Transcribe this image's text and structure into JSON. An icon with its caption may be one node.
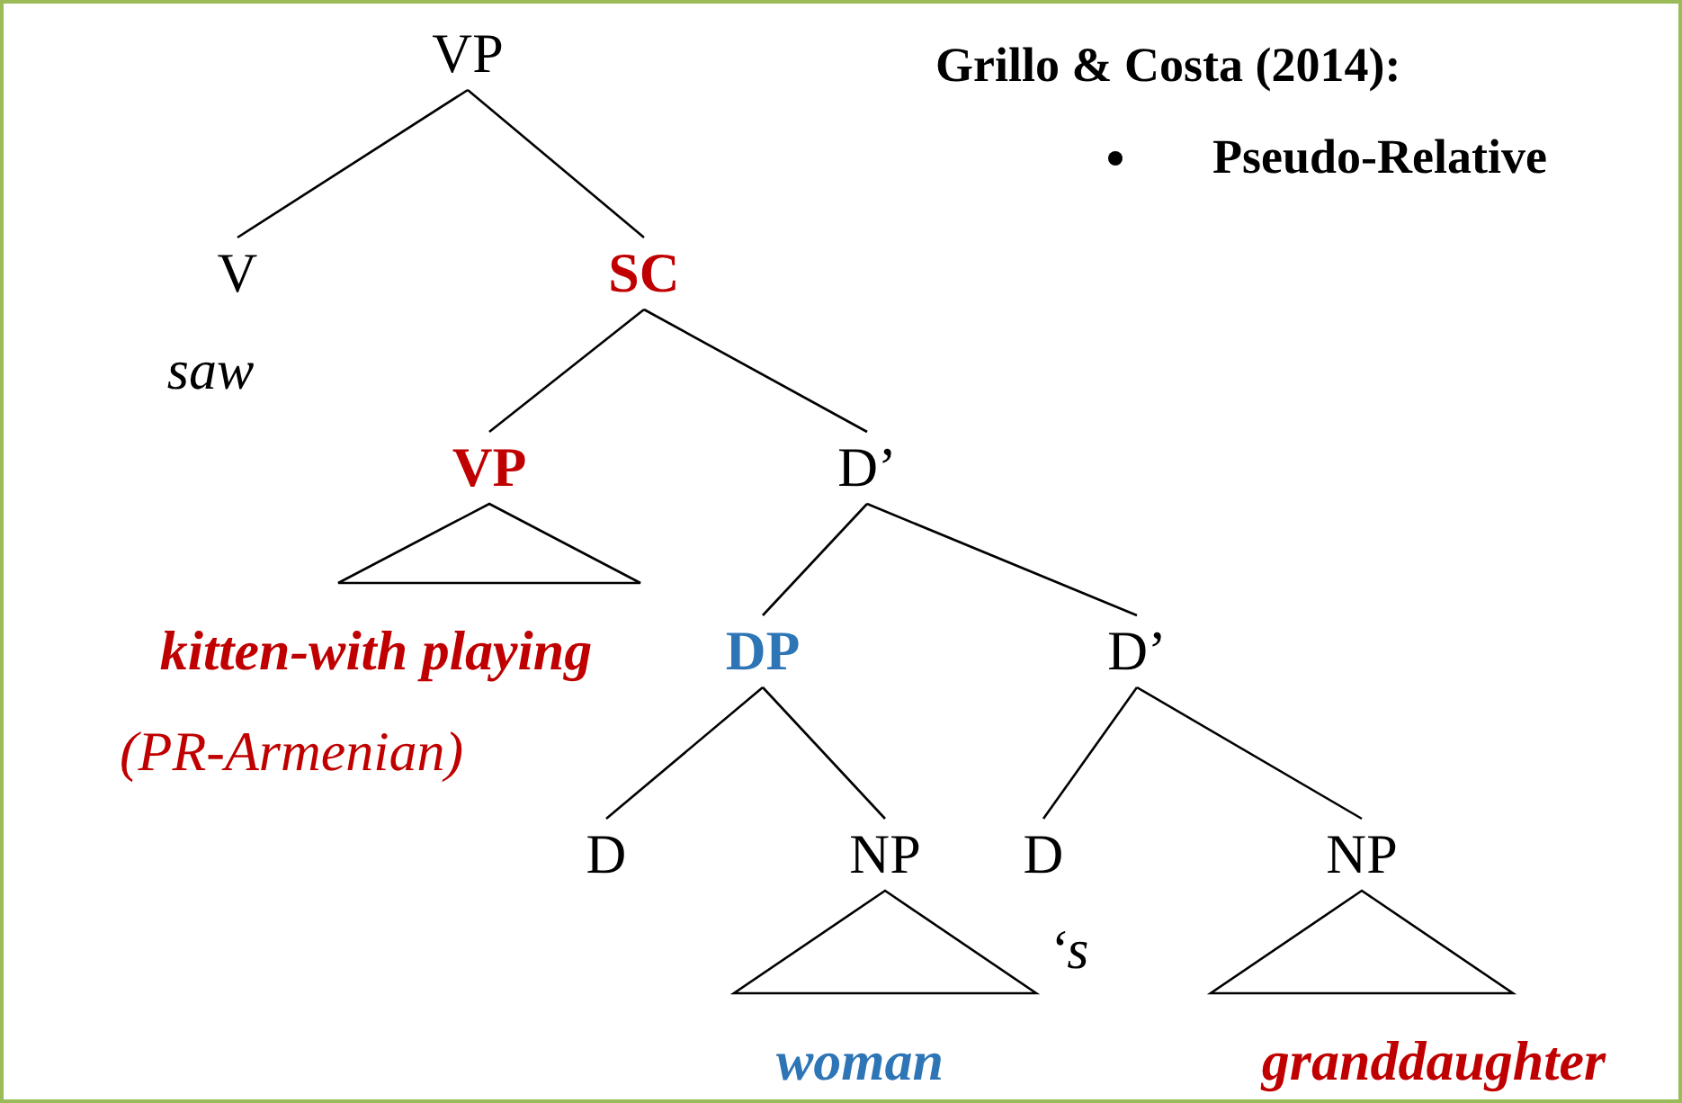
{
  "diagram": {
    "nodes": [
      {
        "text": [
          "VP"
        ]
      },
      {
        "text": [
          "V"
        ],
        "beside": [
          "saw"
        ]
      },
      {
        "text": [
          "SC"
        ]
      },
      {
        "text": [
          "VP"
        ]
      },
      {
        "text": [
          "D’"
        ]
      },
      {
        "text": [
          "kitten-with playing"
        ],
        "beside": [
          "(PR-Armenian)"
        ]
      },
      {
        "text": [
          "DP"
        ]
      },
      {
        "text": [
          "D’"
        ]
      },
      {
        "text": [
          "D"
        ]
      },
      {
        "text": [
          "NP"
        ]
      },
      {
        "text": [
          "D"
        ],
        "beside": [
          "‘s"
        ]
      },
      {
        "text": [
          "NP"
        ]
      },
      {
        "text": [
          "woman"
        ]
      },
      {
        "text": [
          "granddaughter"
        ]
      }
    ],
    "edges": [
      {
        "from": 0,
        "to": 1,
        "arrow": "none"
      },
      {
        "from": 0,
        "to": 2,
        "arrow": "none"
      },
      {
        "from": 2,
        "to": 3,
        "arrow": "none"
      },
      {
        "from": 2,
        "to": 4,
        "arrow": "none"
      },
      {
        "from": 3,
        "to": 5,
        "arrow": "none"
      },
      {
        "from": 4,
        "to": 6,
        "arrow": "none"
      },
      {
        "from": 4,
        "to": 7,
        "arrow": "none"
      },
      {
        "from": 6,
        "to": 8,
        "arrow": "none"
      },
      {
        "from": 6,
        "to": 9,
        "arrow": "none"
      },
      {
        "from": 7,
        "to": 10,
        "arrow": "none"
      },
      {
        "from": 7,
        "to": 11,
        "arrow": "none"
      },
      {
        "from": 9,
        "to": 12,
        "arrow": "none"
      },
      {
        "from": 11,
        "to": 13,
        "arrow": "none"
      }
    ],
    "labels": [
      "Grillo & Costa (2014):",
      "Pseudo-Relative"
    ]
  }
}
